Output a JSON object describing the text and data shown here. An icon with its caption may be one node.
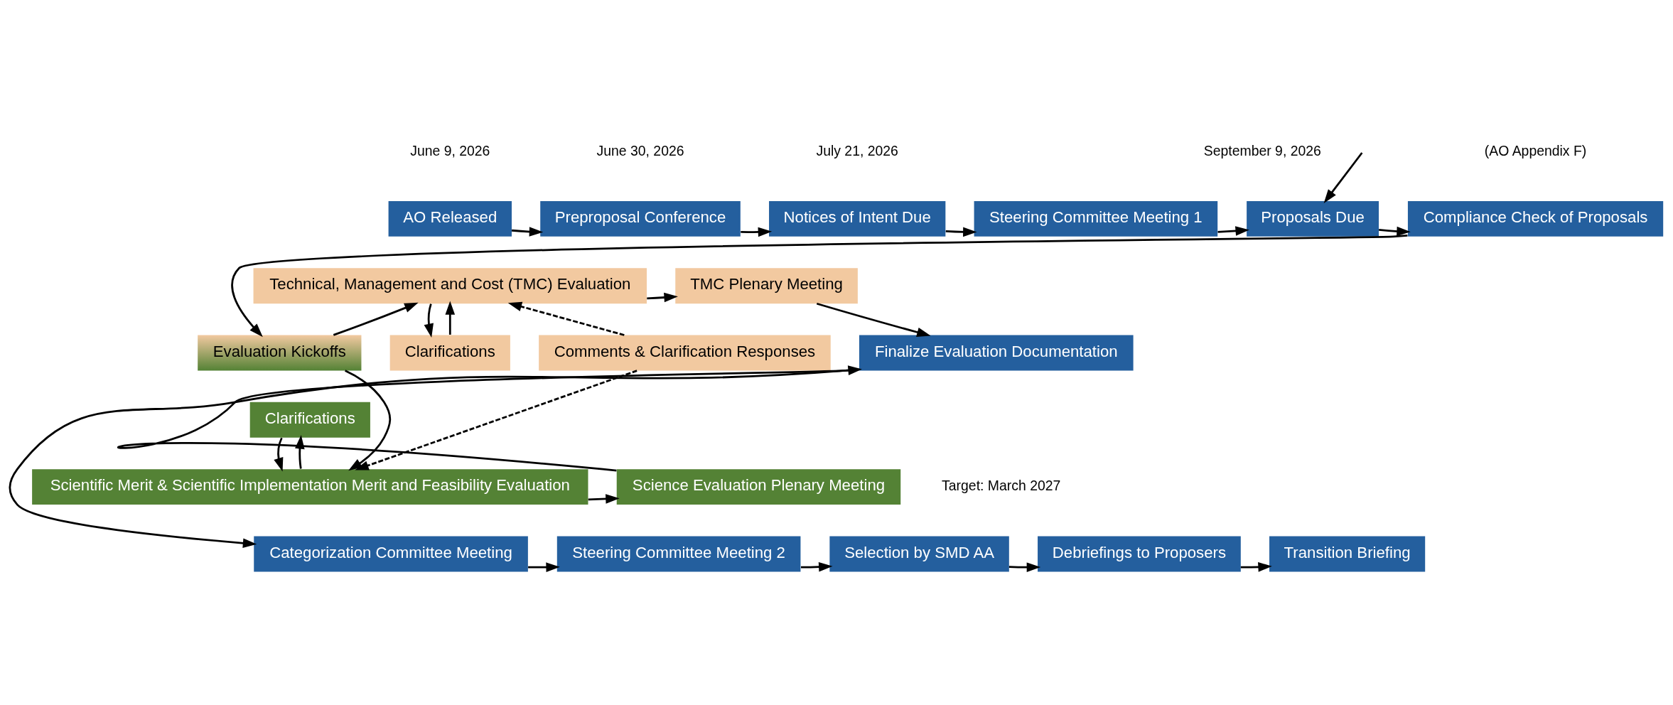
{
  "diagram": {
    "nodes": [
      {
        "text": [
          "AO Released"
        ],
        "beside": [
          "June 9, 2026"
        ]
      },
      {
        "text": [
          "Preproposal Conference"
        ],
        "beside": [
          "June 30, 2026"
        ]
      },
      {
        "text": [
          "Notices of Intent Due"
        ],
        "beside": [
          "July 21, 2026"
        ]
      },
      {
        "text": [
          "Steering Committee Meeting 1"
        ]
      },
      {
        "text": [
          "Proposals Due"
        ],
        "beside": [
          "September 9, 2026"
        ]
      },
      {
        "text": [
          "Compliance Check of Proposals"
        ],
        "beside": [
          "(AO Appendix F)"
        ]
      },
      {
        "text": [
          "Evaluation Kickoffs"
        ]
      },
      {
        "text": [
          "Technical, Management and Cost (TMC) Evaluation"
        ]
      },
      {
        "text": [
          "Clarifications"
        ]
      },
      {
        "text": [
          "Clarifications"
        ]
      },
      {
        "text": [
          "Comments & Clarification Responses"
        ]
      },
      {
        "text": [
          "Scientific Merit & Scientific Implementation Merit and Feasibility Evaluation"
        ]
      },
      {
        "text": [
          "TMC Plenary Meeting"
        ]
      },
      {
        "text": [
          "Science Evaluation Plenary Meeting"
        ]
      },
      {
        "text": [
          "Finalize Evaluation Documentation"
        ]
      },
      {
        "text": [
          "Categorization Committee Meeting"
        ]
      },
      {
        "text": [
          "Steering Committee Meeting 2"
        ]
      },
      {
        "text": [
          "Selection by SMD AA"
        ],
        "beside": [
          "Target: March 2027"
        ]
      },
      {
        "text": [
          "Debriefings to Proposers"
        ]
      },
      {
        "text": [
          "Transition Briefing"
        ]
      }
    ],
    "edges": [
      {
        "from": 0,
        "to": 1,
        "arrow": "to"
      },
      {
        "from": 1,
        "to": 2,
        "arrow": "to"
      },
      {
        "from": 2,
        "to": 3,
        "arrow": "to"
      },
      {
        "from": 3,
        "to": 4,
        "arrow": "to"
      },
      {
        "from": null,
        "to": 4,
        "arrow": "to"
      },
      {
        "from": 4,
        "to": 5,
        "arrow": "to"
      },
      {
        "from": 5,
        "to": 6,
        "arrow": "to"
      },
      {
        "from": 6,
        "to": 7,
        "arrow": "to"
      },
      {
        "from": 6,
        "to": 11,
        "arrow": "to"
      },
      {
        "from": 7,
        "to": 8,
        "arrow": "to"
      },
      {
        "from": 8,
        "to": 7,
        "arrow": "to"
      },
      {
        "from": 11,
        "to": 9,
        "arrow": "to"
      },
      {
        "from": 9,
        "to": 11,
        "arrow": "to"
      },
      {
        "from": 10,
        "to": 7,
        "arrow": "to",
        "style": "dashed"
      },
      {
        "from": 10,
        "to": 11,
        "arrow": "to",
        "style": "dashed"
      },
      {
        "from": 7,
        "to": 12,
        "arrow": "to"
      },
      {
        "from": 11,
        "to": 13,
        "arrow": "to"
      },
      {
        "from": 12,
        "to": 14,
        "arrow": "to"
      },
      {
        "from": 13,
        "to": 14,
        "arrow": "to"
      },
      {
        "from": 14,
        "to": 15,
        "arrow": "to"
      },
      {
        "from": 15,
        "to": 16,
        "arrow": "to"
      },
      {
        "from": 16,
        "to": 17,
        "arrow": "to"
      },
      {
        "from": 17,
        "to": 18,
        "arrow": "to"
      },
      {
        "from": 18,
        "to": 19,
        "arrow": "to"
      }
    ]
  }
}
